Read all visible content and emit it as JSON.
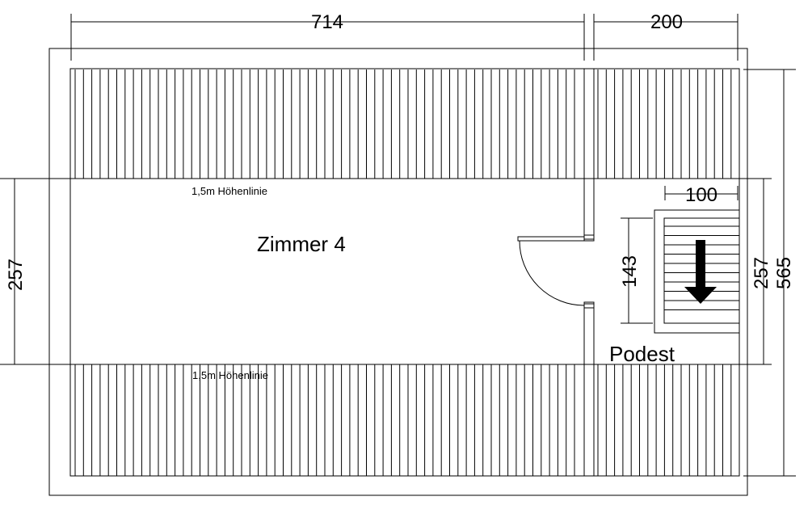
{
  "plan": {
    "dimensions": {
      "top_left": "714",
      "top_right": "200",
      "left_height": "257",
      "right_stair": "257",
      "right_total": "565",
      "stair_width": "100",
      "stair_length": "143"
    },
    "labels": {
      "room": "Zimmer 4",
      "landing": "Podest",
      "height_line_top": "1,5m Höhenlinie",
      "height_line_bottom": "1,5m Höhenlinie"
    }
  }
}
